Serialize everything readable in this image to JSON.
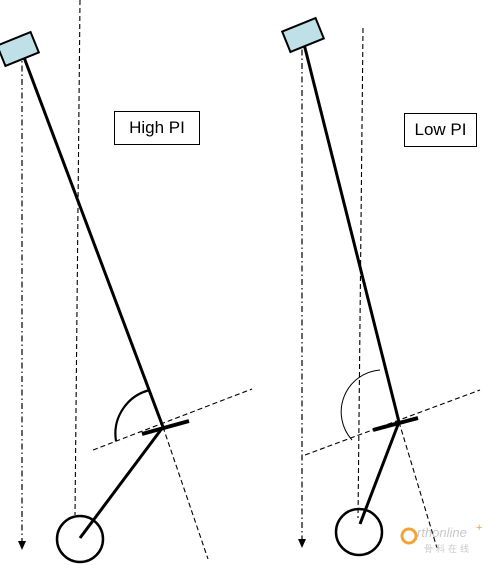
{
  "labels": {
    "high": "High PI",
    "low": "Low PI"
  },
  "watermark": {
    "main": "rthonline",
    "sub": "骨科在线"
  },
  "colors": {
    "stroke": "#000000",
    "sensor_fill": "#bfe0e6",
    "background": "#ffffff",
    "watermark_gray": "#c9c9c9",
    "watermark_orange": "#f3a33b"
  }
}
